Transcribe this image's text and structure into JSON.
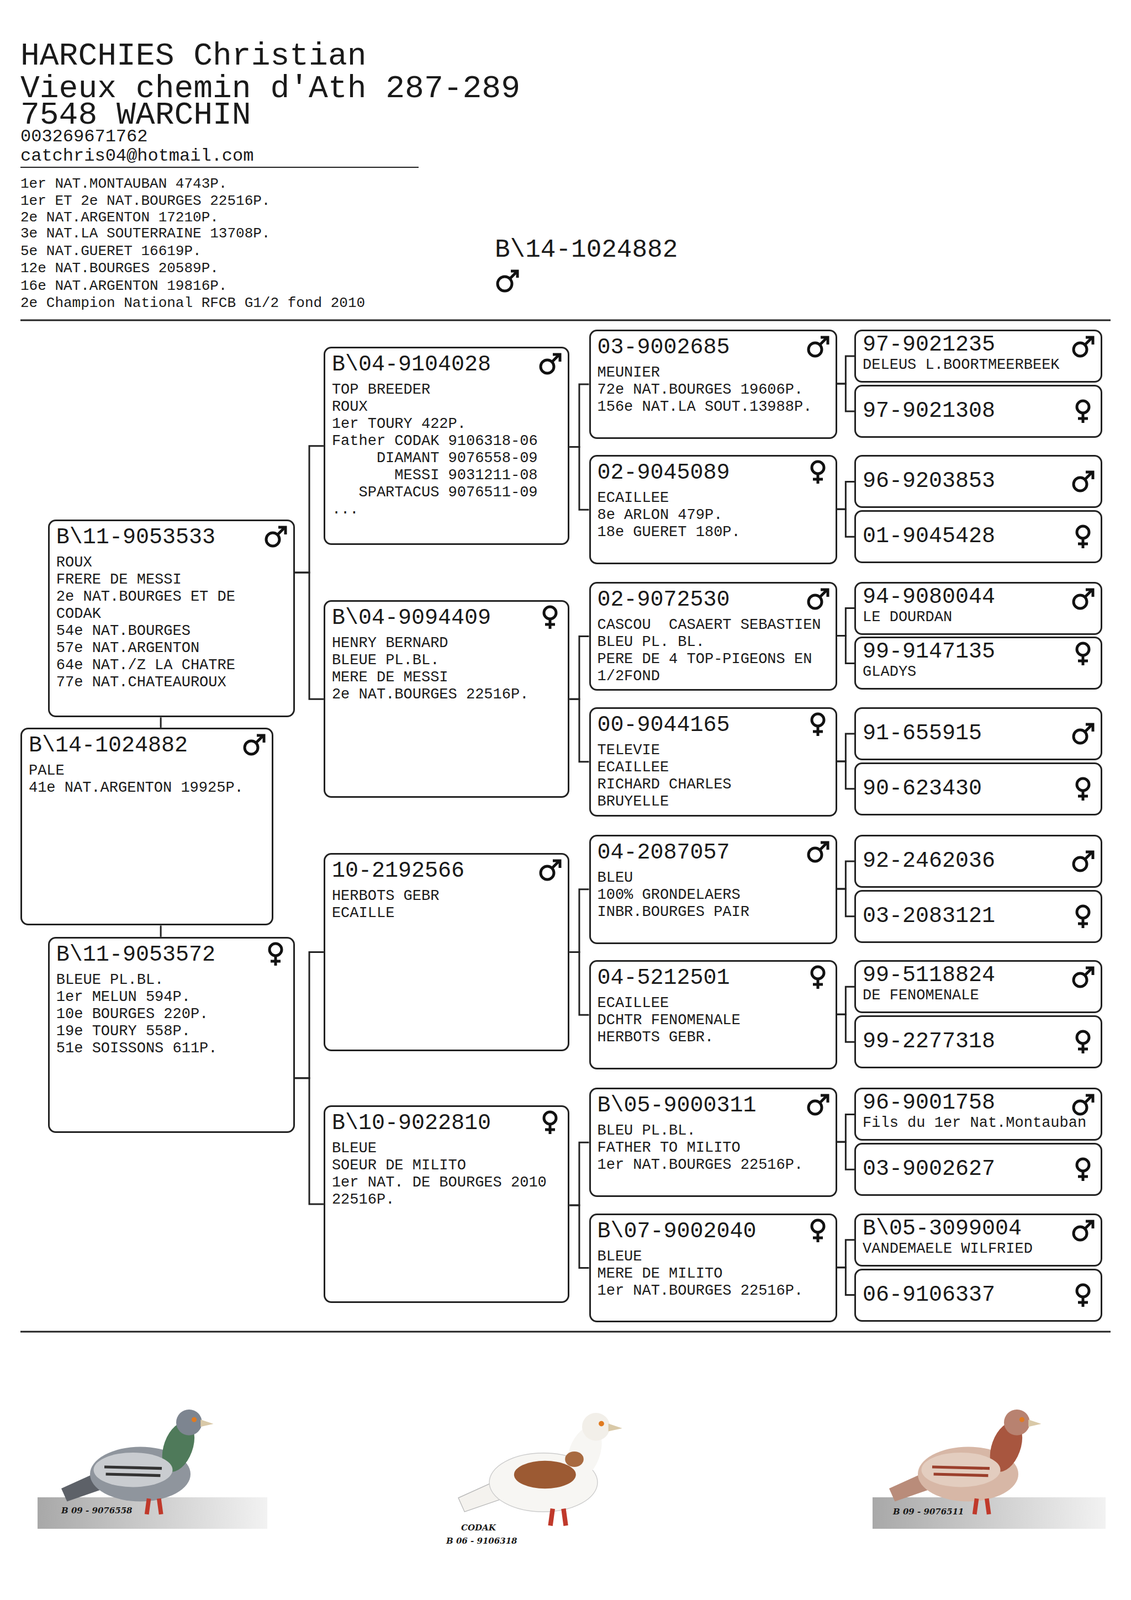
{
  "diagram": {
    "title": "HARCHIES Christian",
    "nodes": [
      {
        "text": [
          "B\\14-1024882",
          "PALE",
          "41e NAT.ARGENTON 19925P."
        ]
      },
      {
        "text": [
          "B\\11-9053533",
          "ROUX",
          "FRERE DE MESSI",
          "2e NAT.BOURGES ET DE CODAK",
          "54e NAT.BOURGES",
          "57e NAT.ARGENTON",
          "64e NAT./Z LA CHATRE",
          "77e NAT.CHATEAUROUX"
        ]
      },
      {
        "text": [
          "B\\11-9053572",
          "BLEUE PL.BL.",
          "1er MELUN 594P.",
          "10e BOURGES 220P.",
          "19e TOURY 558P.",
          "51e SOISSONS 611P."
        ]
      },
      {
        "text": [
          "B\\04-9104028",
          "TOP BREEDER",
          "ROUX",
          "1er TOURY 422P.",
          "Father CODAK 9106318-06",
          "DIAMANT 9076558-09",
          "MESSI 9031211-08",
          "SPARTACUS 9076511-09",
          "..."
        ]
      },
      {
        "text": [
          "B\\04-9094409",
          "HENRY BERNARD",
          "BLEUE PL.BL.",
          "MERE DE MESSI",
          "2e NAT.BOURGES 22516P."
        ]
      },
      {
        "text": [
          "10-2192566",
          "HERBOTS GEBR",
          "ECAILLE"
        ]
      },
      {
        "text": [
          "B\\10-9022810",
          "BLEUE",
          "SOEUR DE MILITO",
          "1er NAT. DE BOURGES 2010 22516P."
        ]
      },
      {
        "text": [
          "03-9002685",
          "MEUNIER",
          "72e NAT.BOURGES 19606P.",
          "156e NAT.LA SOUT.13988P."
        ]
      },
      {
        "text": [
          "02-9045089",
          "ECAILLEE",
          "8e ARLON 479P.",
          "18e GUERET 180P."
        ]
      },
      {
        "text": [
          "02-9072530",
          "CASCOU  CASAERT SEBASTIEN",
          "BLEU PL. BL.",
          "PERE DE 4 TOP-PIGEONS EN 1/2FOND"
        ]
      },
      {
        "text": [
          "00-9044165",
          "TELEVIE",
          "ECAILLEE",
          "RICHARD CHARLES",
          "BRUYELLE"
        ]
      },
      {
        "text": [
          "04-2087057",
          "BLEU",
          "100% GRONDELAERS",
          "INBR.BOURGES PAIR"
        ]
      },
      {
        "text": [
          "04-5212501",
          "ECAILLEE",
          "DCHTR FENOMENALE",
          "HERBOTS GEBR."
        ]
      },
      {
        "text": [
          "B\\05-9000311",
          "BLEU PL.BL.",
          "FATHER TO MILITO",
          "1er NAT.BOURGES 22516P."
        ]
      },
      {
        "text": [
          "B\\07-9002040",
          "BLEUE",
          "MERE DE MILITO",
          "1er NAT.BOURGES 22516P."
        ]
      },
      {
        "text": [
          "97-9021235",
          "DELEUS L.BOORTMEERBEEK"
        ]
      },
      {
        "text": [
          "97-9021308"
        ]
      },
      {
        "text": [
          "96-9203853"
        ]
      },
      {
        "text": [
          "01-9045428"
        ]
      },
      {
        "text": [
          "94-9080044",
          "LE DOURDAN"
        ]
      },
      {
        "text": [
          "99-9147135",
          "GLADYS"
        ]
      },
      {
        "text": [
          "91-655915"
        ]
      },
      {
        "text": [
          "90-623430"
        ]
      },
      {
        "text": [
          "92-2462036"
        ]
      },
      {
        "text": [
          "03-2083121"
        ]
      },
      {
        "text": [
          "99-5118824",
          "DE FENOMENALE"
        ]
      },
      {
        "text": [
          "99-2277318"
        ]
      },
      {
        "text": [
          "96-9001758",
          "Fils du 1er Nat.Montauban"
        ]
      },
      {
        "text": [
          "03-9002627"
        ]
      },
      {
        "text": [
          "B\\05-3099004",
          "VANDEMAELE WILFRIED"
        ]
      },
      {
        "text": [
          "06-9106337"
        ]
      }
    ],
    "edges": [
      {
        "from": 0,
        "to": 1,
        "arrow": "none"
      },
      {
        "from": 0,
        "to": 2,
        "arrow": "none"
      },
      {
        "from": 1,
        "to": 3,
        "arrow": "none"
      },
      {
        "from": 1,
        "to": 4,
        "arrow": "none"
      },
      {
        "from": 2,
        "to": 5,
        "arrow": "none"
      },
      {
        "from": 2,
        "to": 6,
        "arrow": "none"
      },
      {
        "from": 3,
        "to": 7,
        "arrow": "none"
      },
      {
        "from": 3,
        "to": 8,
        "arrow": "none"
      },
      {
        "from": 4,
        "to": 9,
        "arrow": "none"
      },
      {
        "from": 4,
        "to": 10,
        "arrow": "none"
      },
      {
        "from": 5,
        "to": 11,
        "arrow": "none"
      },
      {
        "from": 5,
        "to": 12,
        "arrow": "none"
      },
      {
        "from": 6,
        "to": 13,
        "arrow": "none"
      },
      {
        "from": 6,
        "to": 14,
        "arrow": "none"
      },
      {
        "from": 7,
        "to": 15,
        "arrow": "none"
      },
      {
        "from": 7,
        "to": 16,
        "arrow": "none"
      },
      {
        "from": 8,
        "to": 17,
        "arrow": "none"
      },
      {
        "from": 8,
        "to": 18,
        "arrow": "none"
      },
      {
        "from": 9,
        "to": 19,
        "arrow": "none"
      },
      {
        "from": 9,
        "to": 20,
        "arrow": "none"
      },
      {
        "from": 10,
        "to": 21,
        "arrow": "none"
      },
      {
        "from": 10,
        "to": 22,
        "arrow": "none"
      },
      {
        "from": 11,
        "to": 23,
        "arrow": "none"
      },
      {
        "from": 11,
        "to": 24,
        "arrow": "none"
      },
      {
        "from": 12,
        "to": 25,
        "arrow": "none"
      },
      {
        "from": 12,
        "to": 26,
        "arrow": "none"
      },
      {
        "from": 13,
        "to": 27,
        "arrow": "none"
      },
      {
        "from": 13,
        "to": 28,
        "arrow": "none"
      },
      {
        "from": 14,
        "to": 29,
        "arrow": "none"
      },
      {
        "from": 14,
        "to": 30,
        "arrow": "none"
      }
    ],
    "labels": [
      "Vieux chemin d'Ath 287-289",
      "7548 WARCHIN",
      "003269671762",
      "catchris04@hotmail.com",
      "1er NAT.MONTAUBAN 4743P.",
      "1er ET 2e NAT.BOURGES 22516P.",
      "2e NAT.ARGENTON 17210P.",
      "3e NAT.LA SOUTERRAINE 13708P.",
      "5e NAT.GUERET 16619P.",
      "12e NAT.BOURGES 20589P.",
      "16e NAT.ARGENTON 19816P.",
      "2e Champion National RFCB G1/2 fond 2010",
      "B\\14-1024882",
      "B 09 - 9076558",
      "CODAK",
      "B 06 - 9106318",
      "B 09 - 9076511"
    ]
  }
}
